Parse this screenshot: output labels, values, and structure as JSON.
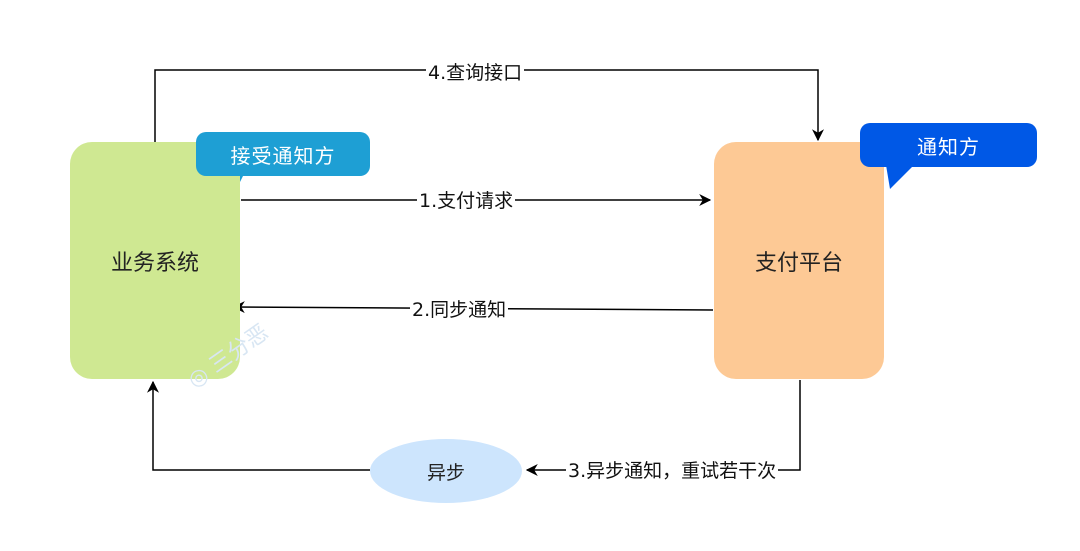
{
  "nodes": {
    "business_system": "业务系统",
    "payment_platform": "支付平台",
    "async": "异步"
  },
  "callouts": {
    "receiver": "接受通知方",
    "notifier": "通知方"
  },
  "edges": {
    "query": "4.查询接口",
    "pay_request": "1.支付请求",
    "sync_notify": "2.同步通知",
    "async_notify": "3.异步通知，重试若干次"
  },
  "watermark": "三分恶",
  "colors": {
    "business_fill": "#cfe892",
    "payment_fill": "#fdc995",
    "receiver_callout": "#1e9fd4",
    "notifier_callout": "#0058e6",
    "async_fill": "#cde5fd"
  }
}
